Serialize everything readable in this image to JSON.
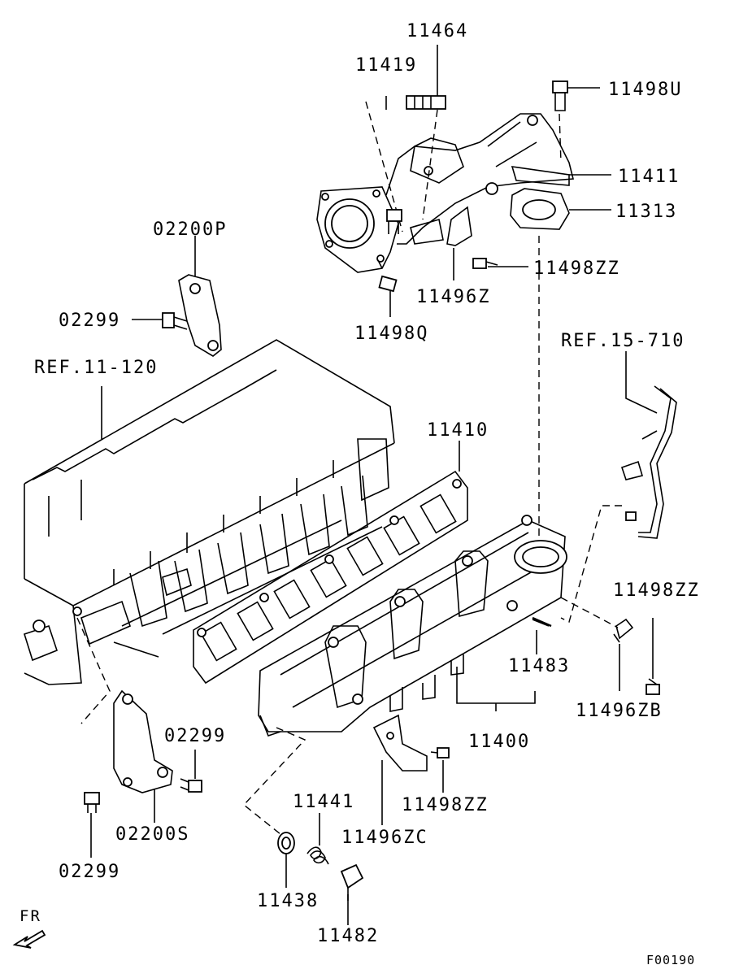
{
  "diagram": {
    "figure_code": "F00190",
    "front_indicator": "FR",
    "labels": {
      "p11464": "11464",
      "p11419": "11419",
      "p11498U": "11498U",
      "p11411": "11411",
      "p11313": "11313",
      "p11498ZZ_top": "11498ZZ",
      "p11496Z": "11496Z",
      "p11498Q": "11498Q",
      "p02200P": "02200P",
      "p02299_top": "02299",
      "ref_11_120": "REF.11-120",
      "ref_15_710": "REF.15-710",
      "p11410": "11410",
      "p11498ZZ_right": "11498ZZ",
      "p11483": "11483",
      "p11496ZB": "11496ZB",
      "p11400": "11400",
      "p02299_mid": "02299",
      "p11498ZZ_bottom": "11498ZZ",
      "p11441": "11441",
      "p11496ZC": "11496ZC",
      "p02200S": "02200S",
      "p02299_bottom": "02299",
      "p11438": "11438",
      "p11482": "11482"
    }
  }
}
